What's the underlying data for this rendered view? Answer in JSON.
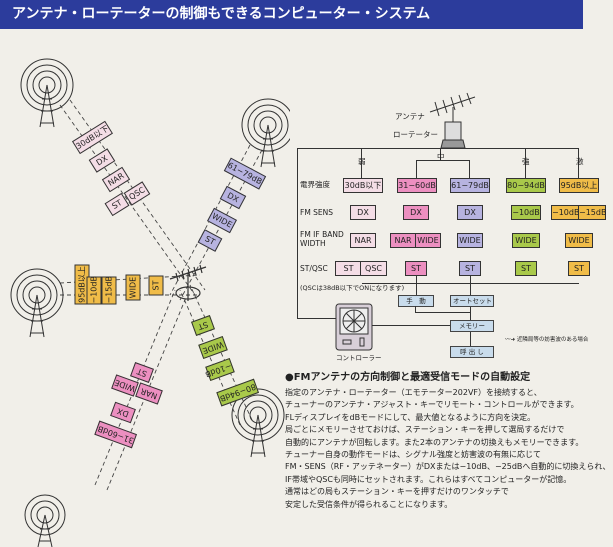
{
  "title": "アンテナ・ローテーターの制御もできるコンピューター・システム",
  "flow": {
    "antenna": "アンテナ",
    "rotator": "ローテーター",
    "levels": [
      "弱",
      "中",
      "強",
      "激"
    ],
    "row_labels": [
      "電界強度",
      "FM SENS",
      "FM IF BAND WIDTH",
      "ST/QSC"
    ],
    "columns": [
      {
        "strength": "30dB以下",
        "sens": "DX",
        "if": [
          "NAR"
        ],
        "st": [
          "ST",
          "QSC"
        ],
        "color": "#f4dde6"
      },
      {
        "strength": "31−60dB",
        "sens": "DX",
        "if": [
          "NAR",
          "WIDE"
        ],
        "st": [
          "ST"
        ],
        "color": "#ec8fc0"
      },
      {
        "strength": "61−79dB",
        "sens": "DX",
        "if": [
          "WIDE"
        ],
        "st": [
          "ST"
        ],
        "color": "#b7b3e0"
      },
      {
        "strength": "80−94dB",
        "sens": "−10dB",
        "if": [
          "WIDE"
        ],
        "st": [
          "ST"
        ],
        "color": "#a9c94a"
      },
      {
        "strength": "95dB以上",
        "sens": [
          "−10dB",
          "−15dB"
        ],
        "if": [
          "WIDE"
        ],
        "st": [
          "ST"
        ],
        "color": "#f0bc48"
      }
    ],
    "note": "(QSCは38dB以下でONになります)",
    "manual": "手　動",
    "autoset": "オートセット",
    "memory": "メモリー",
    "recall": "呼 出 し",
    "controller": "コントローラー",
    "legend": "近隣局等の妨害波のある場合"
  },
  "section": {
    "heading": "●FMアンテナの方向制御と最適受信モードの自動設定",
    "lines": [
      "指定のアンテナ・ローテーター（エモテーター202VF）を接続すると、",
      "チューナーのアンテナ・アジャスト・キーでリモート・コントロールができます。",
      "FLディスプレイをdBモードにして、最大値となるように方向を決定。",
      "局ごとにメモリーさせておけば、ステーション・キーを押して選局するだけで",
      "自動的にアンテナが回転します。また2本のアンテナの切換えもメモリーできます。",
      "チューナー自身の動作モードは、シグナル強度と妨害波の有無に応じて",
      "FM・SENS（RF・アッテネーター）がDXまたは−10dB、−25dBへ自動的に切換えられ、",
      "IF帯域やQSCも同時にセットされます。これらはすべてコンピューターが記憶。",
      "通常はどの局もステーション・キーを押すだけのワンタッチで",
      "安定した受信条件が得られることになります。"
    ]
  }
}
